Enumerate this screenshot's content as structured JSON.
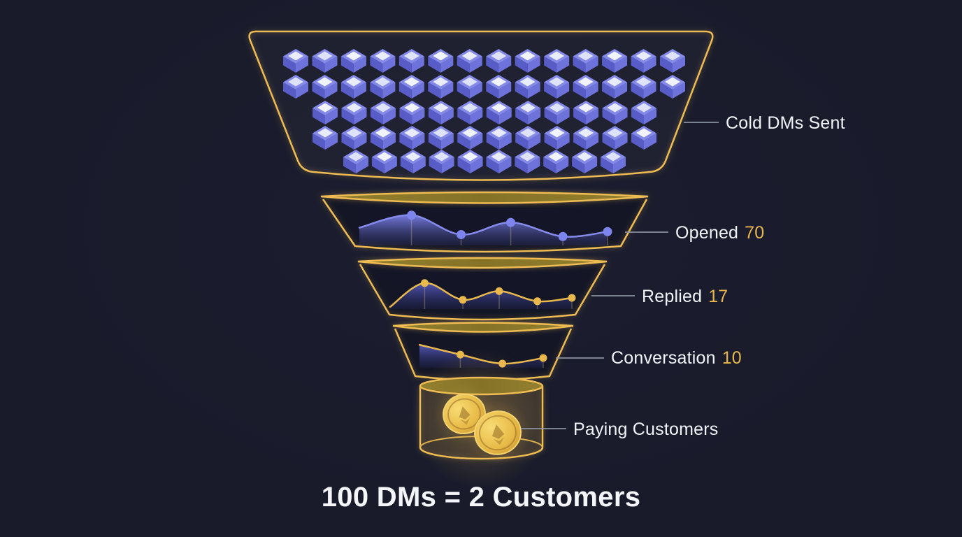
{
  "title": "100 DMs = 2 Customers",
  "callouts": [
    {
      "id": "cold-dms",
      "label": "Cold DMs Sent",
      "value": ""
    },
    {
      "id": "opened",
      "label": "Opened",
      "value": "70"
    },
    {
      "id": "replied",
      "label": "Replied",
      "value": "17"
    },
    {
      "id": "conversation",
      "label": "Conversation",
      "value": "10"
    },
    {
      "id": "paying",
      "label": "Paying Customers",
      "value": ""
    }
  ],
  "funnel": {
    "stages": [
      "Cold DMs Sent",
      "Opened",
      "Replied",
      "Conversation",
      "Paying Customers"
    ],
    "values": [
      100,
      70,
      17,
      10,
      2
    ],
    "cube_rows": [
      14,
      14,
      12,
      12,
      10
    ],
    "icons": {
      "top_stage": "isometric-dm-cube",
      "bottom_stage": "gold-coin"
    }
  },
  "chart_data": [
    {
      "type": "area",
      "name": "opened-activity-trend",
      "x": [
        0,
        0.21,
        0.41,
        0.61,
        0.82,
        1
      ],
      "y": [
        54,
        92,
        33,
        70,
        27,
        42
      ],
      "ylim": [
        0,
        100
      ],
      "style": "blue"
    },
    {
      "type": "area",
      "name": "replied-activity-trend",
      "x": [
        0,
        0.19,
        0.4,
        0.6,
        0.81,
        1
      ],
      "y": [
        8,
        93,
        33,
        64,
        28,
        40
      ],
      "ylim": [
        0,
        100
      ],
      "style": "gold"
    },
    {
      "type": "area",
      "name": "conversation-activity-trend",
      "x": [
        0,
        0.33,
        0.67,
        1
      ],
      "y": [
        94,
        54,
        17,
        40
      ],
      "ylim": [
        0,
        100
      ],
      "style": "gold"
    }
  ],
  "colors": {
    "background": "#191b2b",
    "gold": "#eebc52",
    "gold_deep": "#8a7930",
    "text": "#f2f4f8",
    "value_gold": "#e8b64d",
    "connector": "#8d93a2",
    "cube_top": "#858ae9",
    "cube_left": "#575cc6",
    "cube_right": "#6e73dc",
    "cube_face": "#e9ecfb",
    "blue_line": "#868bec",
    "blue_dot": "#7e84ee",
    "area_blue_top": "#7b80e9",
    "area_blue_bottom": "#2a2e5e",
    "area_purple_top": "#5a5fc4",
    "area_purple_bottom": "#23265a",
    "coin": "#ecc255"
  }
}
